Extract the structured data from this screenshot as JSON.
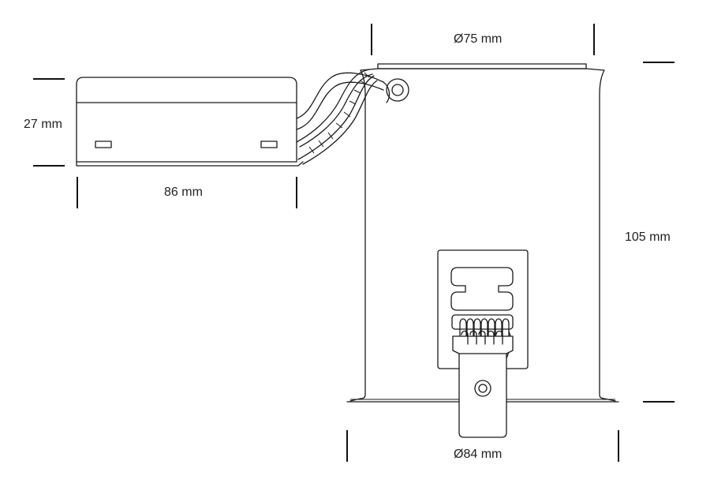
{
  "dimensions": {
    "driver_height": "27 mm",
    "driver_length": "86 mm",
    "top_diameter": "Ø75 mm",
    "housing_height": "105 mm",
    "bottom_diameter": "Ø84 mm"
  },
  "colors": {
    "ink": "#1a1a1a",
    "background": "#ffffff"
  }
}
